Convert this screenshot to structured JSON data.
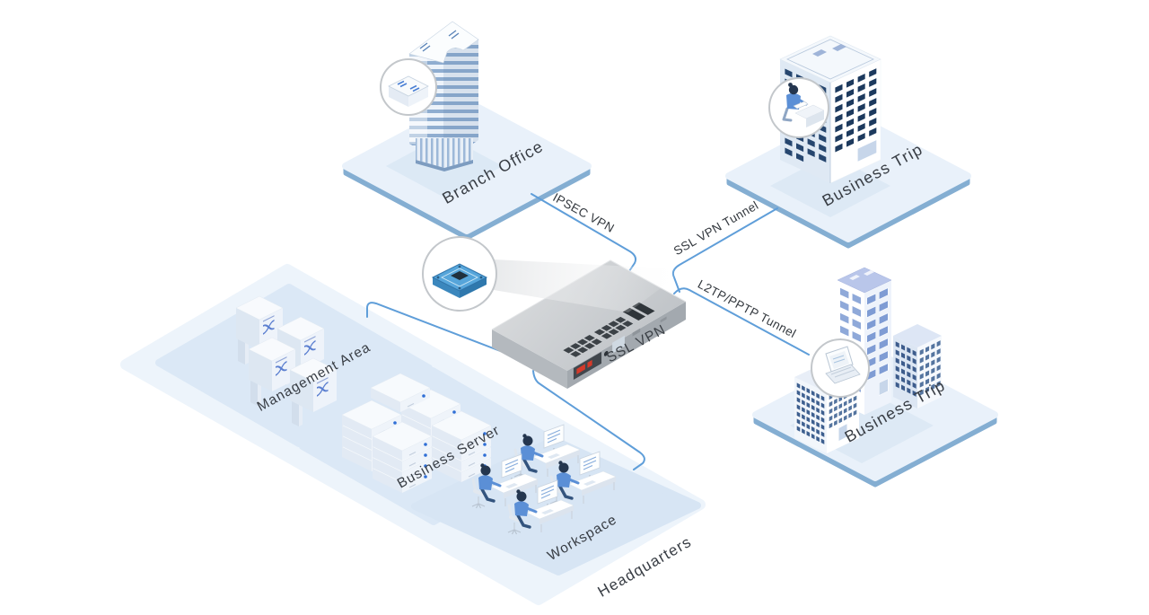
{
  "diagram_type": "isometric-network-topology",
  "nodes": {
    "branch_office": {
      "label": "Branch Office",
      "icon": "router-icon"
    },
    "business_trip_top": {
      "label": "Business Trip",
      "icon": "remote-worker-icon"
    },
    "business_trip_bottom": {
      "label": "Business Trip",
      "icon": "laptop-icon"
    },
    "ssl_vpn_device": {
      "label": "SSL VPN",
      "icon": "chip-icon"
    },
    "headquarters": {
      "label": "Headquarters",
      "zones": {
        "management": {
          "label": "Management Area",
          "icon": "switch-stack-icon"
        },
        "business_server": {
          "label": "Business Server",
          "icon": "server-stack-icon"
        },
        "workspace": {
          "label": "Workspace",
          "icon": "workstation-icon"
        }
      }
    }
  },
  "links": {
    "ipsec": {
      "label": "IPSEC VPN",
      "from": "branch_office",
      "to": "ssl_vpn_device"
    },
    "ssl_tunnel": {
      "label": "SSL VPN Tunnel",
      "from": "business_trip_top",
      "to": "ssl_vpn_device"
    },
    "l2tp_tunnel": {
      "label": "L2TP/PPTP Tunnel",
      "from": "ssl_vpn_device",
      "to": "business_trip_bottom"
    },
    "management_link": {
      "label": "",
      "from": "management",
      "to": "ssl_vpn_device"
    },
    "workspace_link": {
      "label": "",
      "from": "ssl_vpn_device",
      "to": "workspace"
    }
  },
  "colors": {
    "connector_blue": "#5f9ed9",
    "text": "#383d44",
    "platform_fill": "#e9f1fa",
    "platform_rim": "#84aed2",
    "hq_fill": "#edf4fb",
    "zone_fill": "#dbe8f6",
    "building_navy": "#1e3c64",
    "window_navy": "#24456e",
    "accent_blue": "#4a7fd4",
    "device_gray": "#c9cdd1",
    "led_red": "#d43a2a",
    "chip_blue": "#56a5da",
    "person_shirt_blue": "#5b8fd6"
  }
}
